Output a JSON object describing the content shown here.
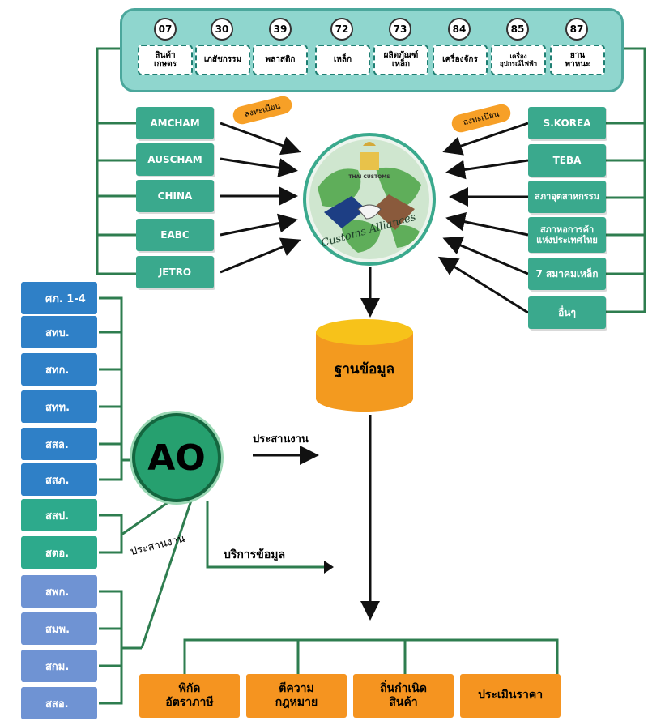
{
  "top_categories": [
    {
      "code": "07",
      "label": "สินค้า\nเกษตร"
    },
    {
      "code": "30",
      "label": "เภสัชกรรม"
    },
    {
      "code": "39",
      "label": "พลาสติก"
    },
    {
      "code": "72",
      "label": "เหล็ก"
    },
    {
      "code": "73",
      "label": "ผลิตภัณฑ์\nเหล็ก"
    },
    {
      "code": "84",
      "label": "เครื่องจักร"
    },
    {
      "code": "85",
      "label": "เครื่อง\nอุปกรณ์ไฟฟ้า"
    },
    {
      "code": "87",
      "label": "ยาน\nพาหนะ"
    }
  ],
  "left_partners": [
    "AMCHAM",
    "AUSCHAM",
    "CHINA",
    "EABC",
    "JETRO"
  ],
  "right_partners": [
    "S.KOREA",
    "TEBA",
    "สภาอุตสาหกรรม",
    "สภาหอการค้า\nแห่งประเทศไทย",
    "7 สมาคมเหล็ก",
    "อื่นๆ"
  ],
  "register_label_left": "ลงทะเบียน",
  "register_label_right": "ลงทะเบียน",
  "logo": {
    "agency": "THAI CUSTOMS",
    "text": "Customs Alliances"
  },
  "database_label": "ฐานข้อมูล",
  "ao_label": "AO",
  "coordinate_label": "ประสานงาน",
  "coordinate_label_2": "ประสานงาน",
  "data_service_label": "บริการข้อมูล",
  "left_offices": [
    {
      "label": "ศภ. 1-4",
      "group": "blue"
    },
    {
      "label": "สทบ.",
      "group": "blue"
    },
    {
      "label": "สทก.",
      "group": "blue"
    },
    {
      "label": "สทท.",
      "group": "blue"
    },
    {
      "label": "สสล.",
      "group": "blue"
    },
    {
      "label": "สสภ.",
      "group": "blue"
    },
    {
      "label": "สสป.",
      "group": "teal"
    },
    {
      "label": "สตอ.",
      "group": "teal"
    },
    {
      "label": "สพก.",
      "group": "lav"
    },
    {
      "label": "สมพ.",
      "group": "lav"
    },
    {
      "label": "สกม.",
      "group": "lav"
    },
    {
      "label": "สสอ.",
      "group": "lav"
    }
  ],
  "outputs": [
    "พิกัด\nอัตราภาษี",
    "ตีความ\nกฎหมาย",
    "ถิ่นกำเนิด\nสินค้า",
    "ประเมินราคา"
  ],
  "colors": {
    "teal_box": "#3aa98d",
    "orange": "#f59420",
    "blue": "#2f80c7",
    "lavender": "#6f93d3",
    "line_green": "#2e7d4f"
  }
}
